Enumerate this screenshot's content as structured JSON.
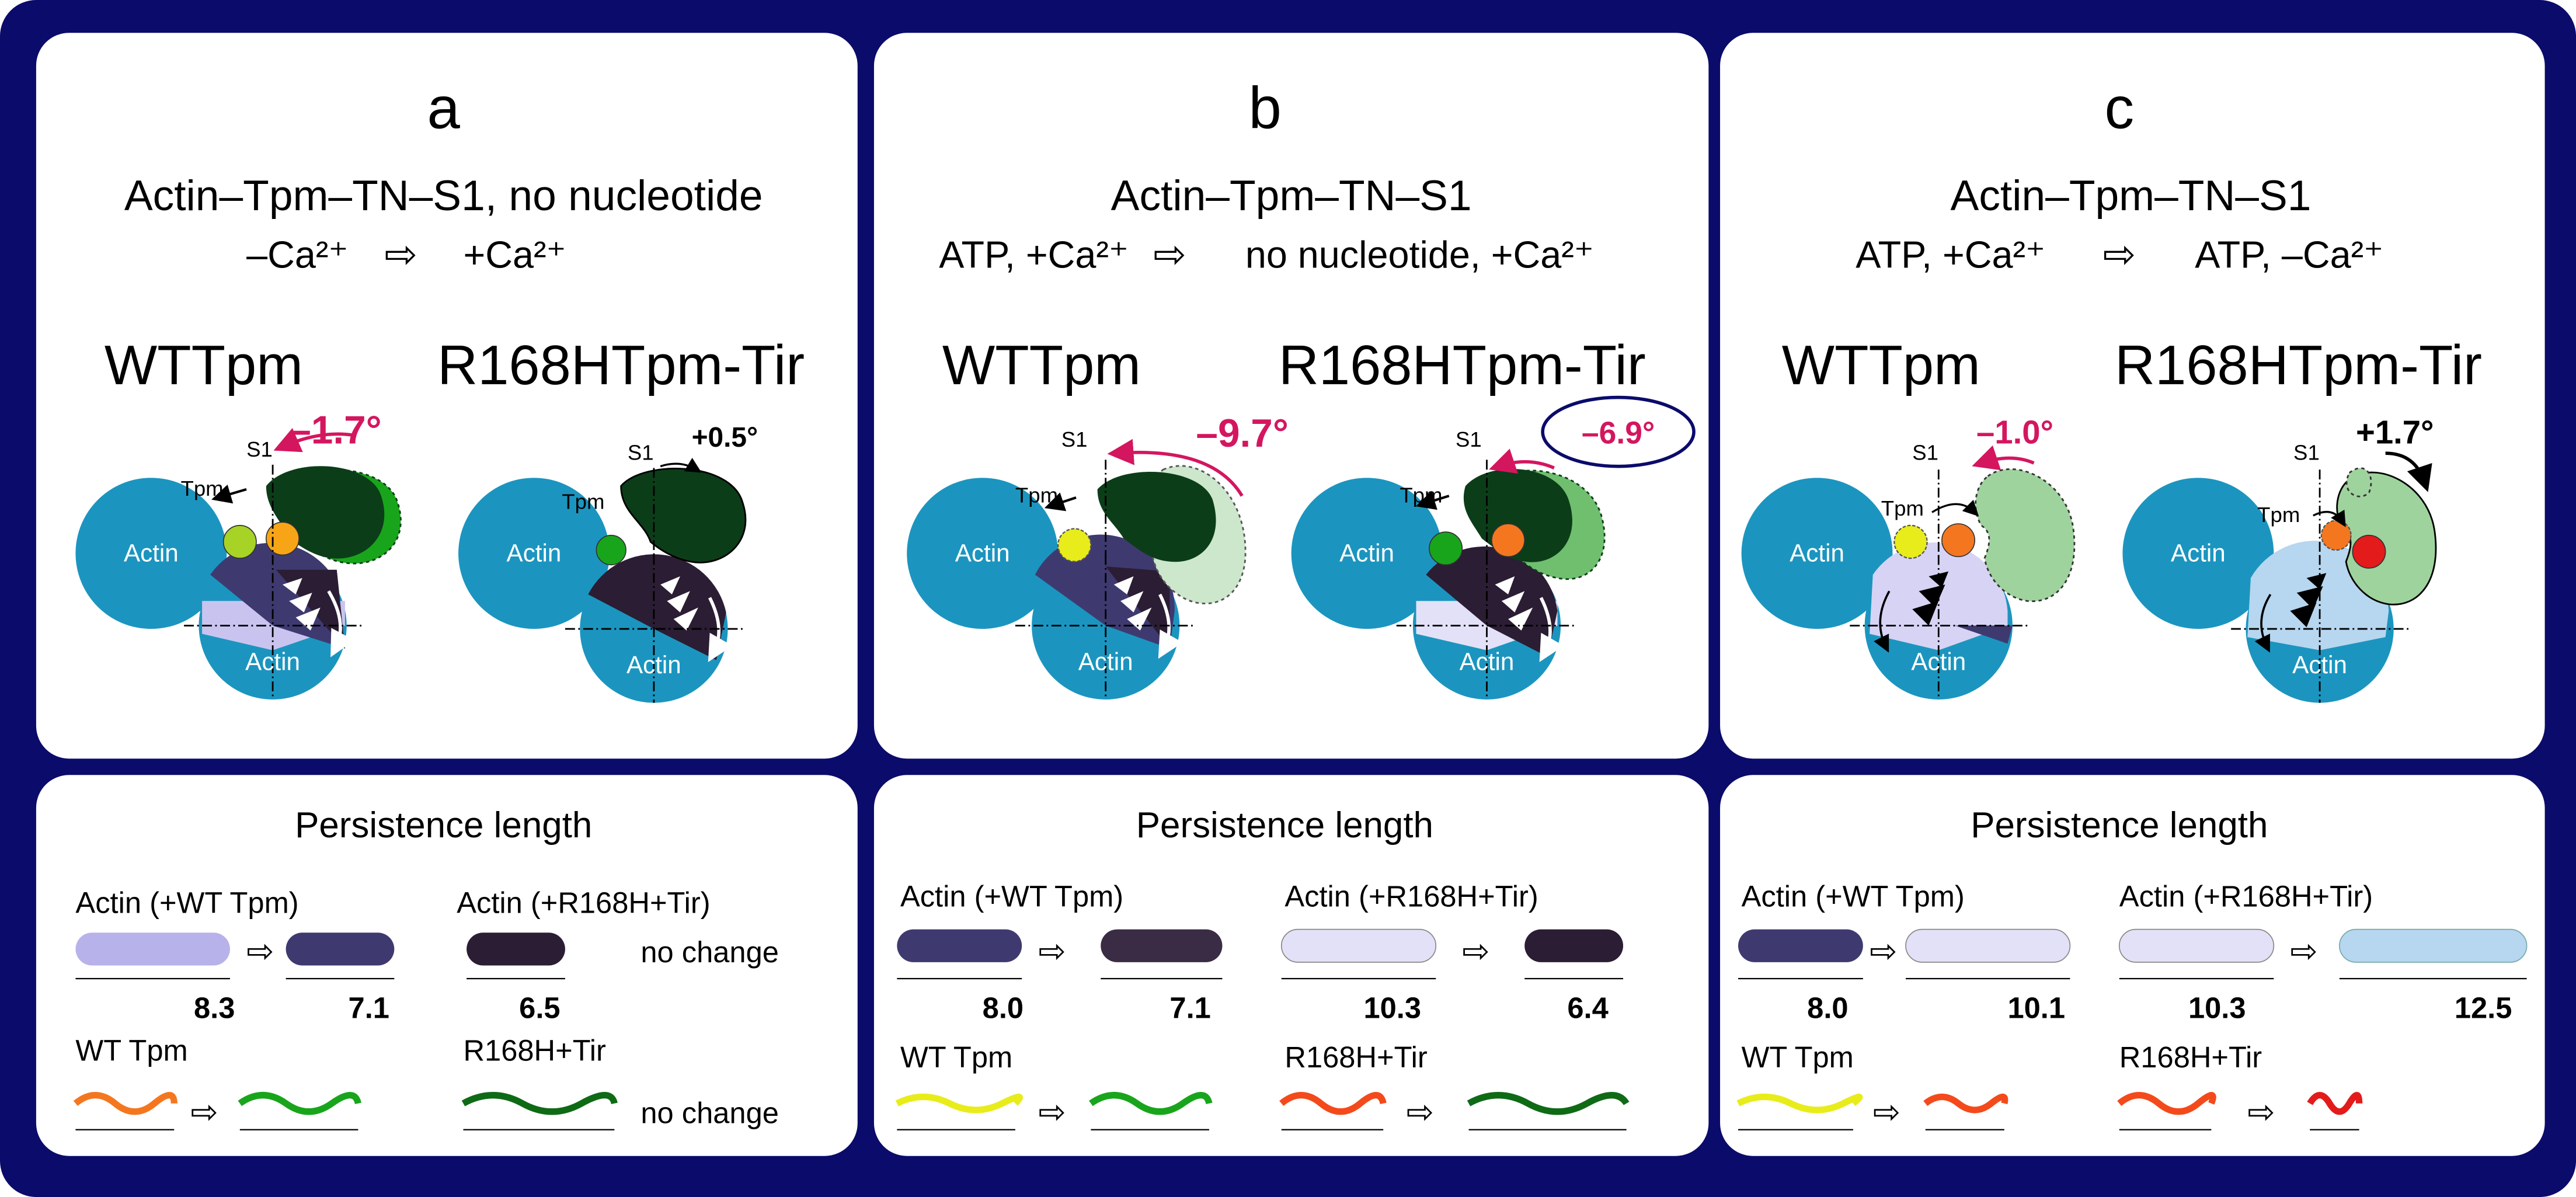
{
  "colors": {
    "frame": "#0b0b6b",
    "actin": "#1b95bf",
    "magenta": "#d4165f",
    "tpm_green": "#19a51b",
    "tpm_dark_green": "#0f6a16",
    "tpm_yellow": "#e8ec1a",
    "tpm_orange": "#f4771f",
    "tpm_red": "#e31b1b",
    "s1_dark": "#0c3d19",
    "s1_light": "#9fd39e",
    "actin_dark": "#2b1d33",
    "actin_navy": "#3e3a70",
    "actin_lavender": "#c9c4ef",
    "actin_pale": "#e3e1f7",
    "actin_sky": "#b7d6ef"
  },
  "panels": [
    {
      "letter": "a",
      "title": "Actin–Tpm–TN–S1, no nucleotide",
      "cond_left": "–Ca²⁺",
      "cond_right": "+Ca²⁺",
      "left_name": "WTTpm",
      "right_name": "R168HTpm-Tir",
      "left_angle": "–1.7°",
      "right_angle": "+0.5°",
      "labels": {
        "actin": "Actin",
        "tpm": "Tpm",
        "s1": "S1"
      }
    },
    {
      "letter": "b",
      "title": "Actin–Tpm–TN–S1",
      "cond_left": "ATP, +Ca²⁺",
      "cond_right": "no nucleotide, +Ca²⁺",
      "left_name": "WTTpm",
      "right_name": "R168HTpm-Tir",
      "left_angle": "–9.7°",
      "right_angle": "–6.9°",
      "labels": {
        "actin": "Actin",
        "tpm": "Tpm",
        "s1": "S1"
      }
    },
    {
      "letter": "c",
      "title": "Actin–Tpm–TN–S1",
      "cond_left": "ATP, +Ca²⁺",
      "cond_right": "ATP, –Ca²⁺",
      "left_name": "WTTpm",
      "right_name": "R168HTpm-Tir",
      "left_angle": "–1.0°",
      "right_angle": "+1.7°",
      "labels": {
        "actin": "Actin",
        "tpm": "Tpm",
        "s1": "S1"
      }
    }
  ],
  "persistence": [
    {
      "title": "Persistence length",
      "actin_wt_label": "Actin (+WT Tpm)",
      "actin_mut_label": "Actin (+R168H+Tir)",
      "wt_values": [
        "8.3",
        "7.1"
      ],
      "mut_values": [
        "6.5"
      ],
      "mut_actin_note": "no change",
      "tpm_wt_label": "WT Tpm",
      "tpm_mut_label": "R168H+Tir",
      "tpm_mut_note": "no change"
    },
    {
      "title": "Persistence length",
      "actin_wt_label": "Actin (+WT Tpm)",
      "actin_mut_label": "Actin (+R168H+Tir)",
      "wt_values": [
        "8.0",
        "7.1"
      ],
      "mut_values": [
        "10.3",
        "6.4"
      ],
      "mut_actin_note": "",
      "tpm_wt_label": "WT Tpm",
      "tpm_mut_label": "R168H+Tir",
      "tpm_mut_note": ""
    },
    {
      "title": "Persistence length",
      "actin_wt_label": "Actin (+WT Tpm)",
      "actin_mut_label": "Actin (+R168H+Tir)",
      "wt_values": [
        "8.0",
        "10.1"
      ],
      "mut_values": [
        "10.3",
        "12.5"
      ],
      "mut_actin_note": "",
      "tpm_wt_label": "WT Tpm",
      "tpm_mut_label": "R168H+Tir",
      "tpm_mut_note": ""
    }
  ]
}
